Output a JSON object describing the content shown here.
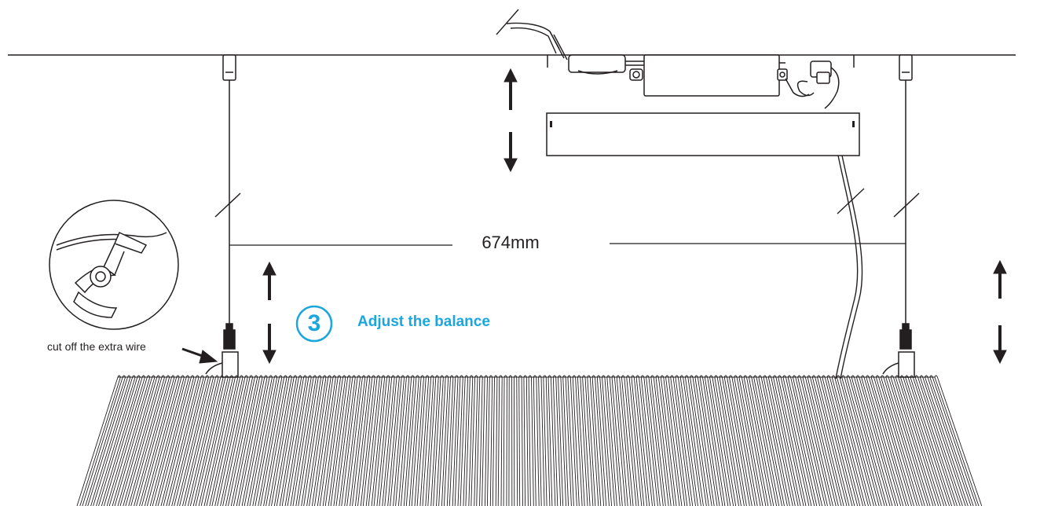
{
  "dimension_label": "674mm",
  "step": {
    "number": "3",
    "title": "Adjust the balance",
    "color": "#1ba7de"
  },
  "callout": {
    "cut_wire_label": "cut off the extra wire"
  },
  "colors": {
    "line": "#231f20",
    "accent": "#1ba7de"
  }
}
